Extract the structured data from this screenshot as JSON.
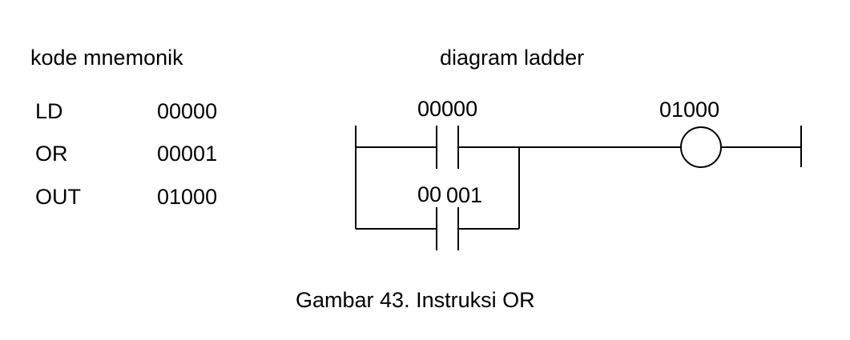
{
  "mnemonic": {
    "heading": "kode mnemonik",
    "rows": [
      {
        "op": "LD",
        "addr": "00000"
      },
      {
        "op": "OR",
        "addr": "00001"
      },
      {
        "op": "OUT",
        "addr": "01000"
      }
    ]
  },
  "ladder": {
    "heading": "diagram ladder",
    "contact_top_label": "00000",
    "contact_bottom_label_part1": "00",
    "contact_bottom_label_part2": "001",
    "coil_label": "01000"
  },
  "caption": "Gambar 43. Instruksi OR"
}
